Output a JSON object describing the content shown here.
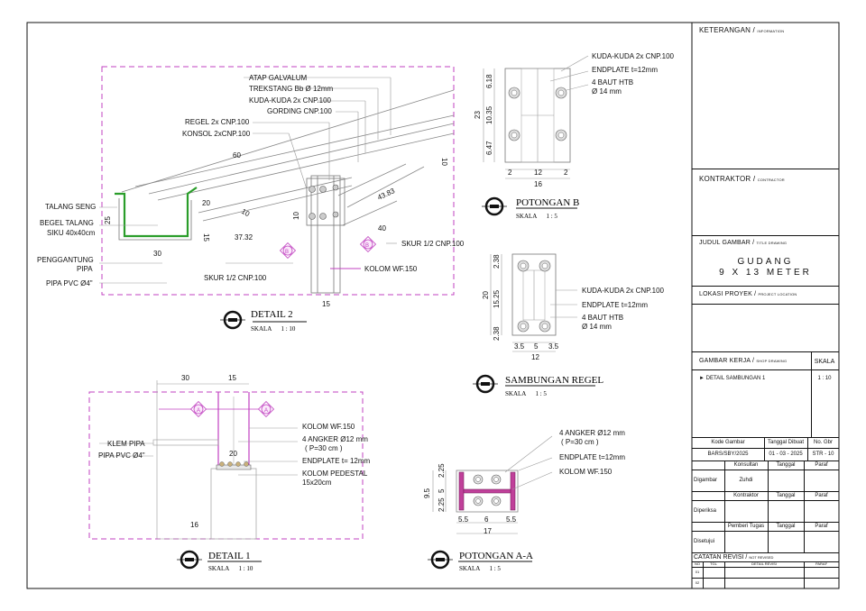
{
  "detail2": {
    "title": "DETAIL 2",
    "scale": "SKALA      1 : 10",
    "labels": {
      "atap": "ATAP GALVALUM",
      "trekstang": "TREKSTANG Bb Ø 12mm",
      "kuda": "KUDA-KUDA 2x CNP.100",
      "gording": "GORDING CNP.100",
      "regel": "REGEL 2x CNP.100",
      "konsol": "KONSOL 2xCNP.100",
      "talang": "TALANG SENG",
      "begel1": "BEGEL TALANG",
      "begel2": "SIKU 40x40cm",
      "penggantung1": "PENGGANTUNG",
      "penggantung2": "PIPA",
      "pipa": "PIPA PVC Ø4\"",
      "skur_right": "SKUR 1/2 CNP.100",
      "skur_left": "SKUR 1/2 CNP.100",
      "kolom": "KOLOM WF.150"
    },
    "dims": {
      "d60": "60",
      "d10a": "10",
      "d20": "20",
      "d10b": "10",
      "d10c": "10",
      "d25": "25",
      "d15a": "15",
      "d30": "30",
      "d3732": "37.32",
      "d4383": "43.83",
      "d40": "40",
      "d15b": "15"
    },
    "markers": {
      "b": "B"
    }
  },
  "potonganB": {
    "title": "POTONGAN B",
    "scale": "SKALA      1 : 5",
    "labels": {
      "kuda": "KUDA-KUDA 2x CNP.100",
      "endplate": "ENDPLATE t=12mm",
      "baut1": "4 BAUT HTB",
      "baut2": "Ø 14 mm"
    },
    "dims": {
      "v1": "6.18",
      "v2": "10.35",
      "v3": "6.47",
      "vt": "23",
      "h1": "2",
      "h2": "12",
      "h3": "2",
      "ht": "16"
    }
  },
  "regel": {
    "title": "SAMBUNGAN REGEL",
    "scale": "SKALA      1 : 5",
    "labels": {
      "kuda": "KUDA-KUDA 2x CNP.100",
      "endplate": "ENDPLATE t=12mm",
      "baut1": "4 BAUT HTB",
      "baut2": "Ø 14 mm"
    },
    "dims": {
      "v1": "2.38",
      "v2": "15.25",
      "v3": "2.38",
      "vt": "20",
      "h1": "3.5",
      "h2": "5",
      "h3": "3.5",
      "ht": "12"
    }
  },
  "detail1": {
    "title": "DETAIL 1",
    "scale": "SKALA      1 : 10",
    "labels": {
      "kolom": "KOLOM WF.150",
      "angker1": "4 ANGKER Ø12 mm",
      "angker2": "( P=30 cm )",
      "endplate": "ENDPLATE t= 12mm",
      "pedestal1": "KOLOM PEDESTAL",
      "pedestal2": "15x20cm",
      "klem": "KLEM PIPA",
      "pipa": "PIPA PVC Ø4\""
    },
    "dims": {
      "d30": "30",
      "d15": "15",
      "d20": "20",
      "d16": "16"
    },
    "markers": {
      "a": "A"
    }
  },
  "potonganAA": {
    "title": "POTONGAN A-A",
    "scale": "SKALA      1 : 5",
    "labels": {
      "angker1": "4 ANGKER Ø12 mm",
      "angker2": "( P=30 cm )",
      "endplate": "ENDPLATE t=12mm",
      "kolom": "KOLOM WF.150"
    },
    "dims": {
      "v1": "2.25",
      "v2": "5",
      "v3": "2.25",
      "vt": "9.5",
      "h1": "5.5",
      "h2": "6",
      "h3": "5.5",
      "ht": "17"
    }
  },
  "titleblock": {
    "keterangan": "KETERANGAN /",
    "keterangan_sub": "INFORMATION",
    "kontraktor": "KONTRAKTOR /",
    "kontraktor_sub": "CONTRACTOR",
    "judul": "JUDUL GAMBAR /",
    "judul_sub": "TITLE DRAWING",
    "project_line1": "GUDANG",
    "project_line2": "9 X 13 METER",
    "lokasi": "LOKASI PROYEK /",
    "lokasi_sub": "PROJECT LOCATION",
    "gambar_kerja": "GAMBAR KERJA /",
    "gambar_kerja_sub": "SHOP DRAWING",
    "skala": "SKALA",
    "item": "► DETAIL SAMBUNGAN 1",
    "item_scale": "1  :  10",
    "kode_h": "Kode Gambar",
    "tanggal_h": "Tanggal Dibuat",
    "no_h": "No. Gbr",
    "kode": "BARS/SBY/2025",
    "tanggal": "01 - 03 - 2025",
    "no": "STR - 10",
    "konsultan": "Konsultan",
    "tanggal1": "Tanggal",
    "paraf1": "Paraf",
    "digambar": "Digambar",
    "zuhdi": "Zuhdi",
    "kontraktor2": "Kontraktor",
    "tanggal2": "Tanggal",
    "paraf2": "Paraf",
    "diperiksa": "Diperiksa",
    "pemberi": "Pemberi Tugas",
    "tanggal3": "Tanggal",
    "paraf3": "Paraf",
    "disetujui": "Disetujui",
    "catatan": "CATATAN REVISI /",
    "catatan_sub": "NOT REVISED",
    "no_col": "NO",
    "tgl_col": "TGL",
    "detail_col": "DETAIL REVISI",
    "paraf_col": "PARAF",
    "r1": "01",
    "r2": "02"
  }
}
